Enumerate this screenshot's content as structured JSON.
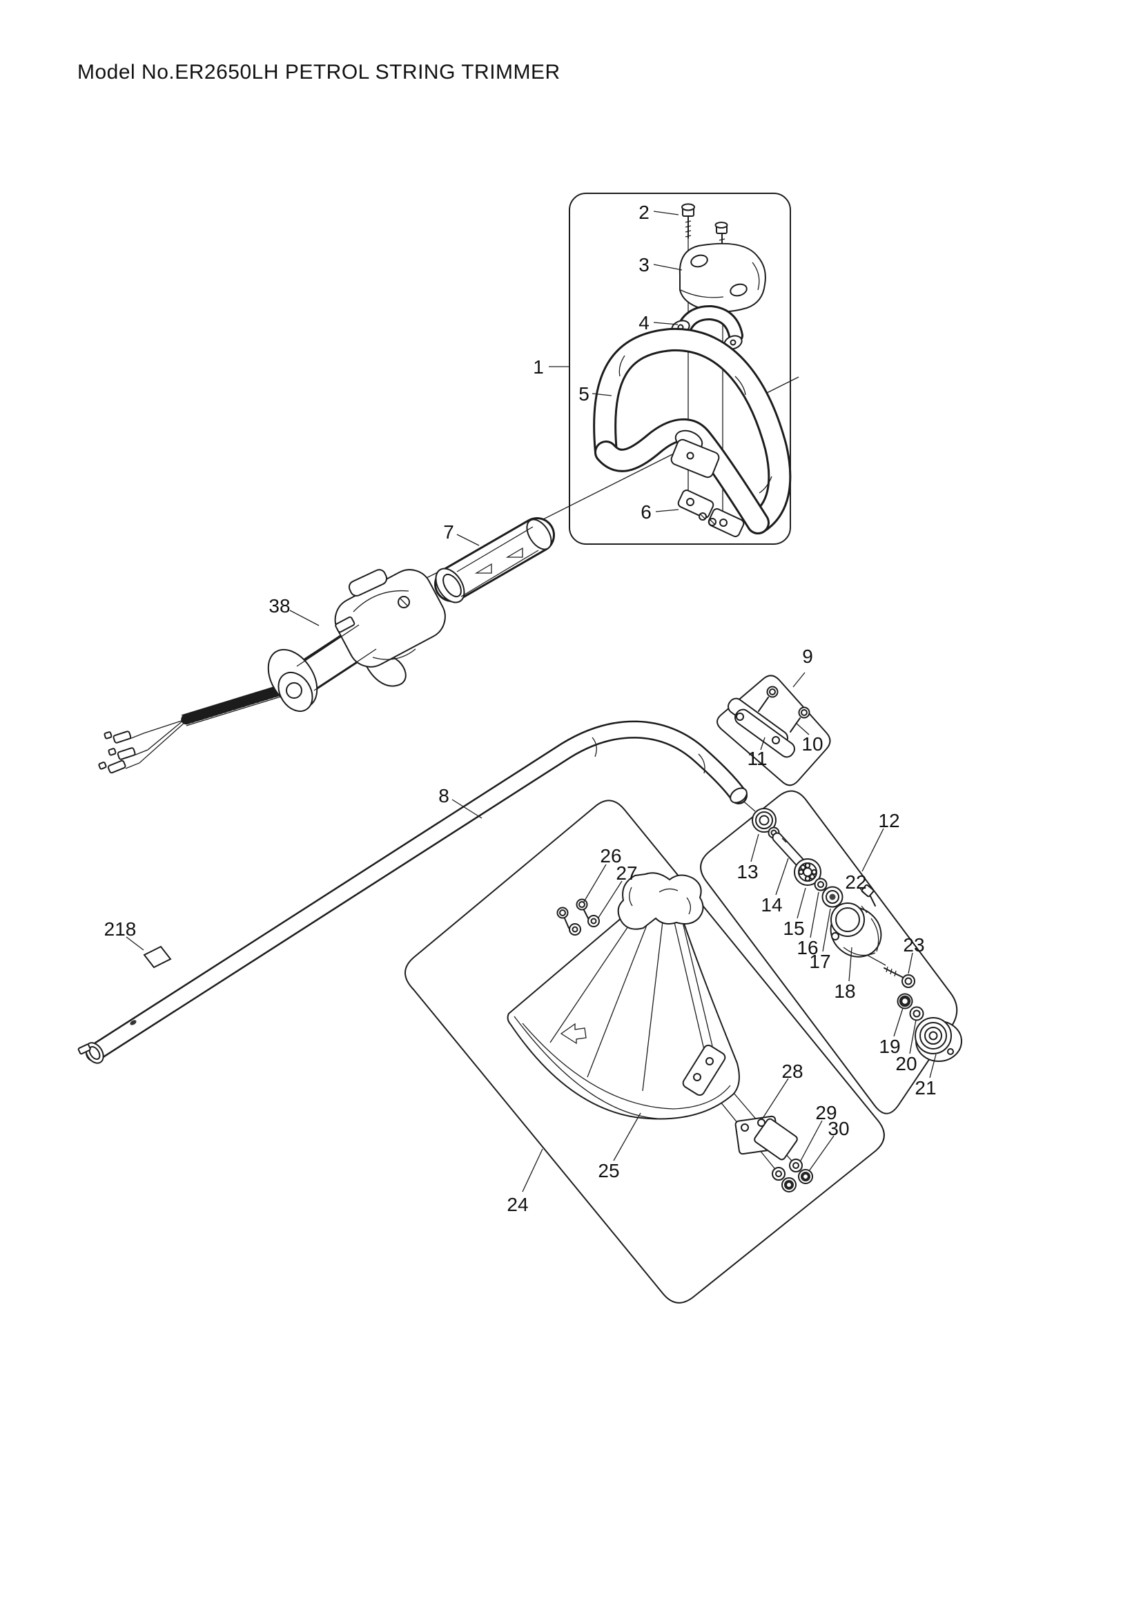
{
  "title": "Model No.ER2650LH PETROL STRING TRIMMER",
  "product": {
    "model_no": "ER2650LH",
    "name": "PETROL STRING TRIMMER"
  },
  "diagram_type": "exploded-parts-diagram",
  "colors": {
    "background": "#ffffff",
    "line": "#1c1c1c",
    "text": "#111111"
  },
  "callouts": [
    {
      "label": "1"
    },
    {
      "label": "2"
    },
    {
      "label": "3"
    },
    {
      "label": "4"
    },
    {
      "label": "5"
    },
    {
      "label": "6"
    },
    {
      "label": "7"
    },
    {
      "label": "8"
    },
    {
      "label": "9"
    },
    {
      "label": "10"
    },
    {
      "label": "11"
    },
    {
      "label": "12"
    },
    {
      "label": "13"
    },
    {
      "label": "14"
    },
    {
      "label": "15"
    },
    {
      "label": "16"
    },
    {
      "label": "17"
    },
    {
      "label": "18"
    },
    {
      "label": "19"
    },
    {
      "label": "20"
    },
    {
      "label": "21"
    },
    {
      "label": "22"
    },
    {
      "label": "23"
    },
    {
      "label": "24"
    },
    {
      "label": "25"
    },
    {
      "label": "26"
    },
    {
      "label": "27"
    },
    {
      "label": "28"
    },
    {
      "label": "29"
    },
    {
      "label": "30"
    },
    {
      "label": "38"
    },
    {
      "label": "218"
    }
  ],
  "assembly_boxes": [
    {
      "callout": "1",
      "contains": [
        "2",
        "3",
        "4",
        "5",
        "6"
      ]
    },
    {
      "callout": "9",
      "contains": [
        "10",
        "11"
      ]
    },
    {
      "callout": "12",
      "contains": [
        "13",
        "14",
        "15",
        "16",
        "17",
        "18",
        "19",
        "20",
        "21",
        "22",
        "23"
      ]
    },
    {
      "callout": "24",
      "contains": [
        "25",
        "26",
        "27",
        "28",
        "29",
        "30"
      ]
    }
  ]
}
